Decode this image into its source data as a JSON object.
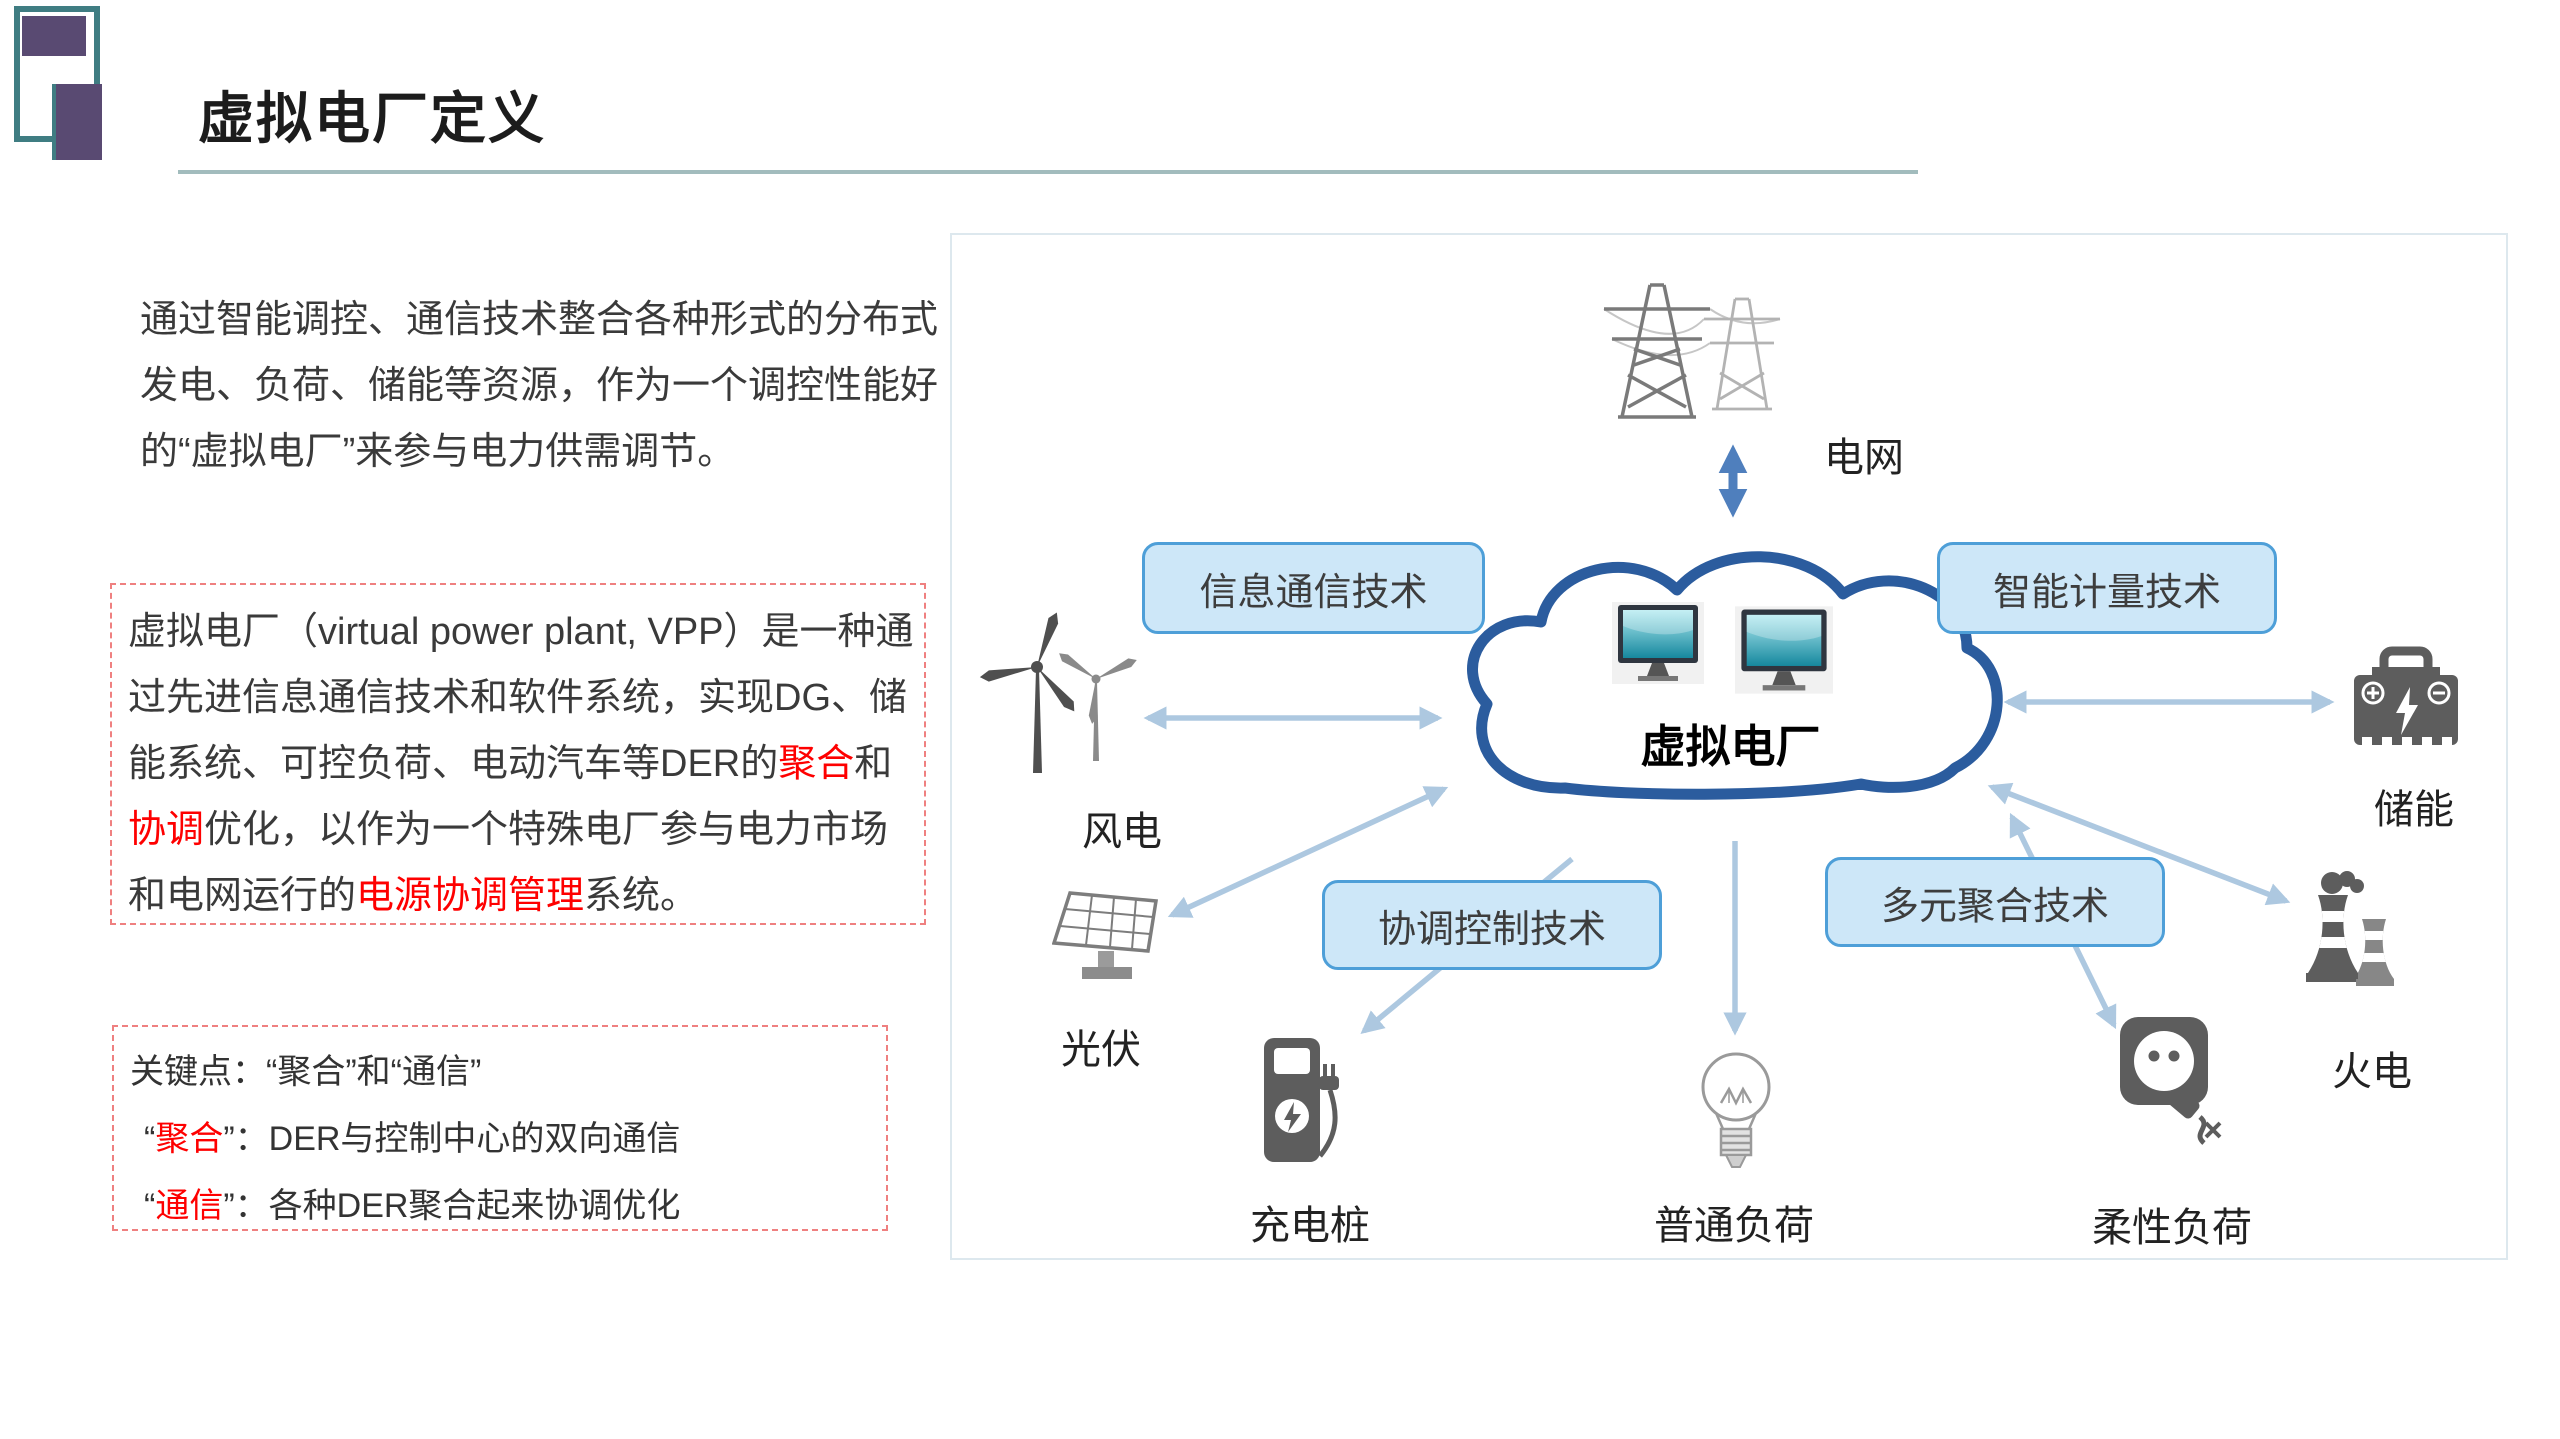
{
  "slide": {
    "title": "虚拟电厂定义",
    "intro_text": "通过智能调控、通信技术整合各种形式的分布式发电、负荷、储能等资源，作为一个调控性能好的“虚拟电厂”来参与电力供需调节。",
    "definition_box": {
      "p1": "虚拟电厂（virtual power plant, VPP）是一种通过先进信息通信技术和软件系统，实现DG、储能系统、可控负荷、电动汽车等DER的",
      "red1": "聚合",
      "p2": "和",
      "red2": "协调",
      "p3": "优化，以作为一个特殊电厂参与电力市场和电网运行的",
      "red3": "电源协调管理",
      "p4": "系统。"
    },
    "keypoints_box": {
      "line1": "关键点：“聚合”和“通信”",
      "line2_pre": "“",
      "line2_red": "聚合",
      "line2_post": "”：DER与控制中心的双向通信",
      "line3_pre": "“",
      "line3_red": "通信",
      "line3_post": "”：各种DER聚合起来协调优化"
    }
  },
  "diagram": {
    "cloud_label": "虚拟电厂",
    "tech_boxes": {
      "ict": "信息通信技术",
      "metering": "智能计量技术",
      "control": "协调控制技术",
      "aggregation": "多元聚合技术"
    },
    "nodes": {
      "grid": "电网",
      "wind": "风电",
      "solar": "光伏",
      "charger": "充电桩",
      "load": "普通负荷",
      "flexible": "柔性负荷",
      "thermal": "火电",
      "storage": "储能"
    },
    "colors": {
      "cloud_border": "#2b5c9e",
      "tech_box_fill": "#cde7f8",
      "tech_box_border": "#4e9fd8",
      "arrow_light": "#adc8e0",
      "arrow_dark": "#4f7fbd",
      "accent_red": "#fe0000",
      "title_underline": "#a2bcbd",
      "logo_purple": "#594a72",
      "logo_teal": "#3f7d82",
      "icon_gray": "#5d5d5d"
    }
  }
}
